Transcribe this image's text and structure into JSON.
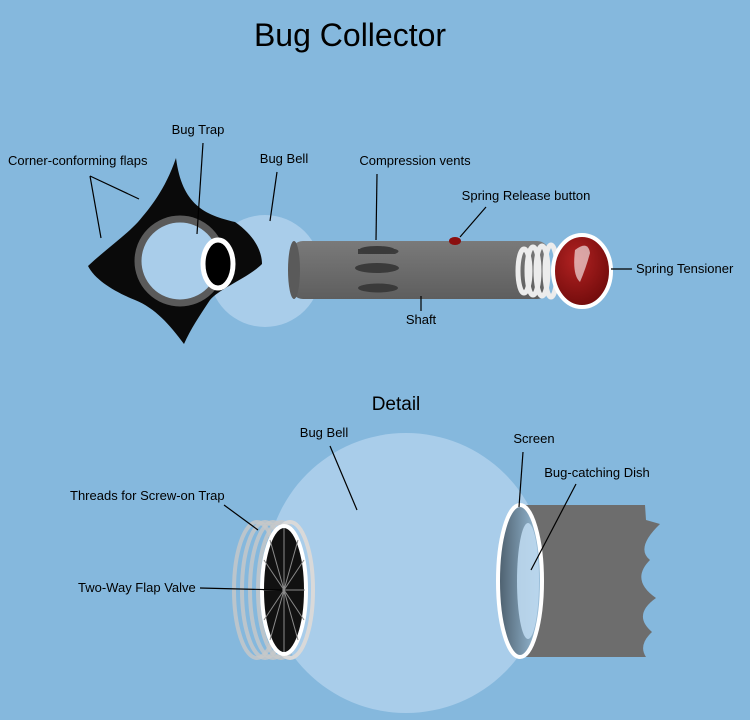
{
  "title": "Bug Collector",
  "detail_title": "Detail",
  "labels": {
    "corner_flaps": "Corner-conforming flaps",
    "bug_trap": "Bug Trap",
    "bug_bell": "Bug Bell",
    "compression_vents": "Compression vents",
    "spring_release": "Spring Release button",
    "spring_tensioner": "Spring Tensioner",
    "shaft": "Shaft",
    "detail_bug_bell": "Bug Bell",
    "screen": "Screen",
    "bug_dish": "Bug-catching Dish",
    "threads": "Threads for Screw-on Trap",
    "flap_valve": "Two-Way Flap Valve"
  },
  "colors": {
    "background": "#85b8dd",
    "bell": "#a9cdea",
    "shaft": "#6d6d6d",
    "tensioner": "#8b0f0f",
    "trap": "#0a0a0a"
  }
}
